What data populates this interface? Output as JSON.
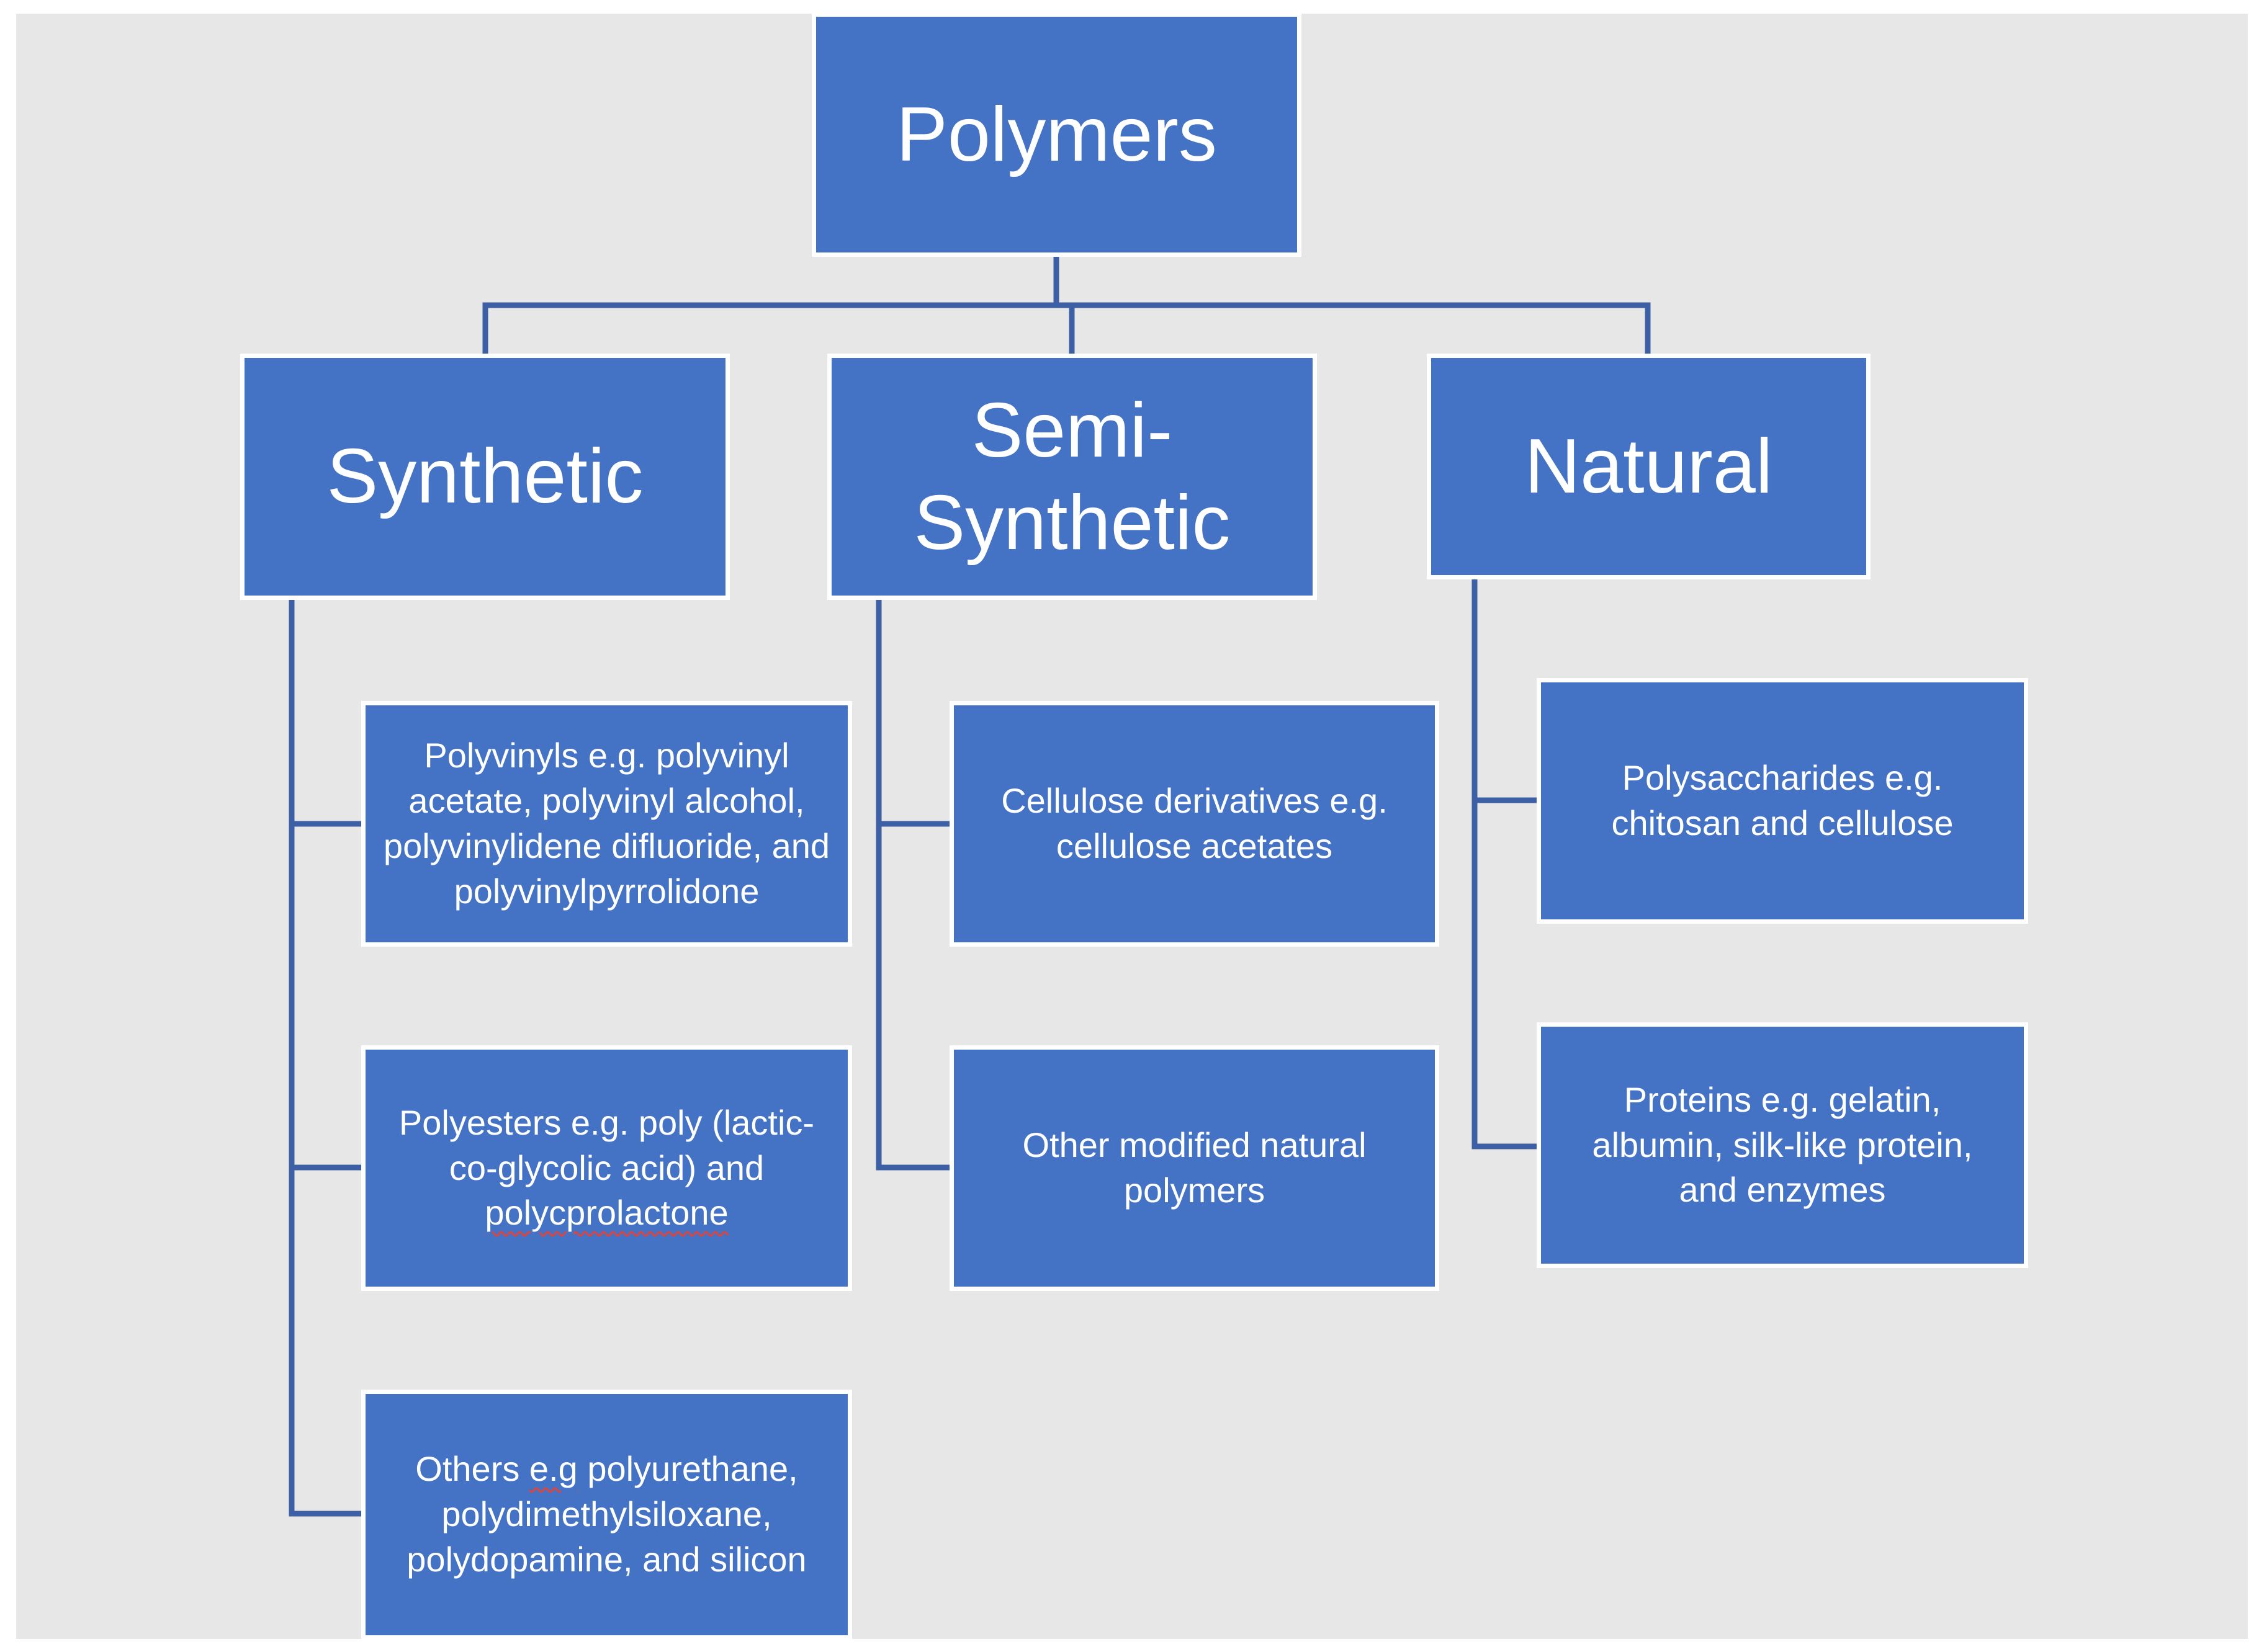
{
  "diagram": {
    "root": {
      "label": "Polymers"
    },
    "categories": [
      {
        "label": "Synthetic",
        "children": [
          {
            "label": "Polyvinyls e.g. polyvinyl acetate, polyvinyl alcohol, polyvinylidene difluoride, and polyvinylpyrrolidone"
          },
          {
            "label_part1": "Polyesters e.g. poly (lactic-co-glycolic acid) and",
            "label_part2": "polycprolactone"
          },
          {
            "label_part1": "Others",
            "label_part2": "e.g",
            "label_part3": "polyurethane, polydimethylsiloxane, polydopamine, and silicon"
          }
        ]
      },
      {
        "label": "Semi-Synthetic",
        "children": [
          {
            "label": "Cellulose derivatives e.g. cellulose acetates"
          },
          {
            "label": "Other modified natural polymers"
          }
        ]
      },
      {
        "label": "Natural",
        "children": [
          {
            "label": "Polysaccharides e.g. chitosan and cellulose"
          },
          {
            "label": "Proteins e.g. gelatin, albumin, silk-like protein, and enzymes"
          }
        ]
      }
    ],
    "colors": {
      "box_fill": "#4472c4",
      "box_border": "#ffffff",
      "connector": "#3d5fa6",
      "background": "#e7e7e7",
      "spellcheck_underline": "#e0433a"
    }
  }
}
